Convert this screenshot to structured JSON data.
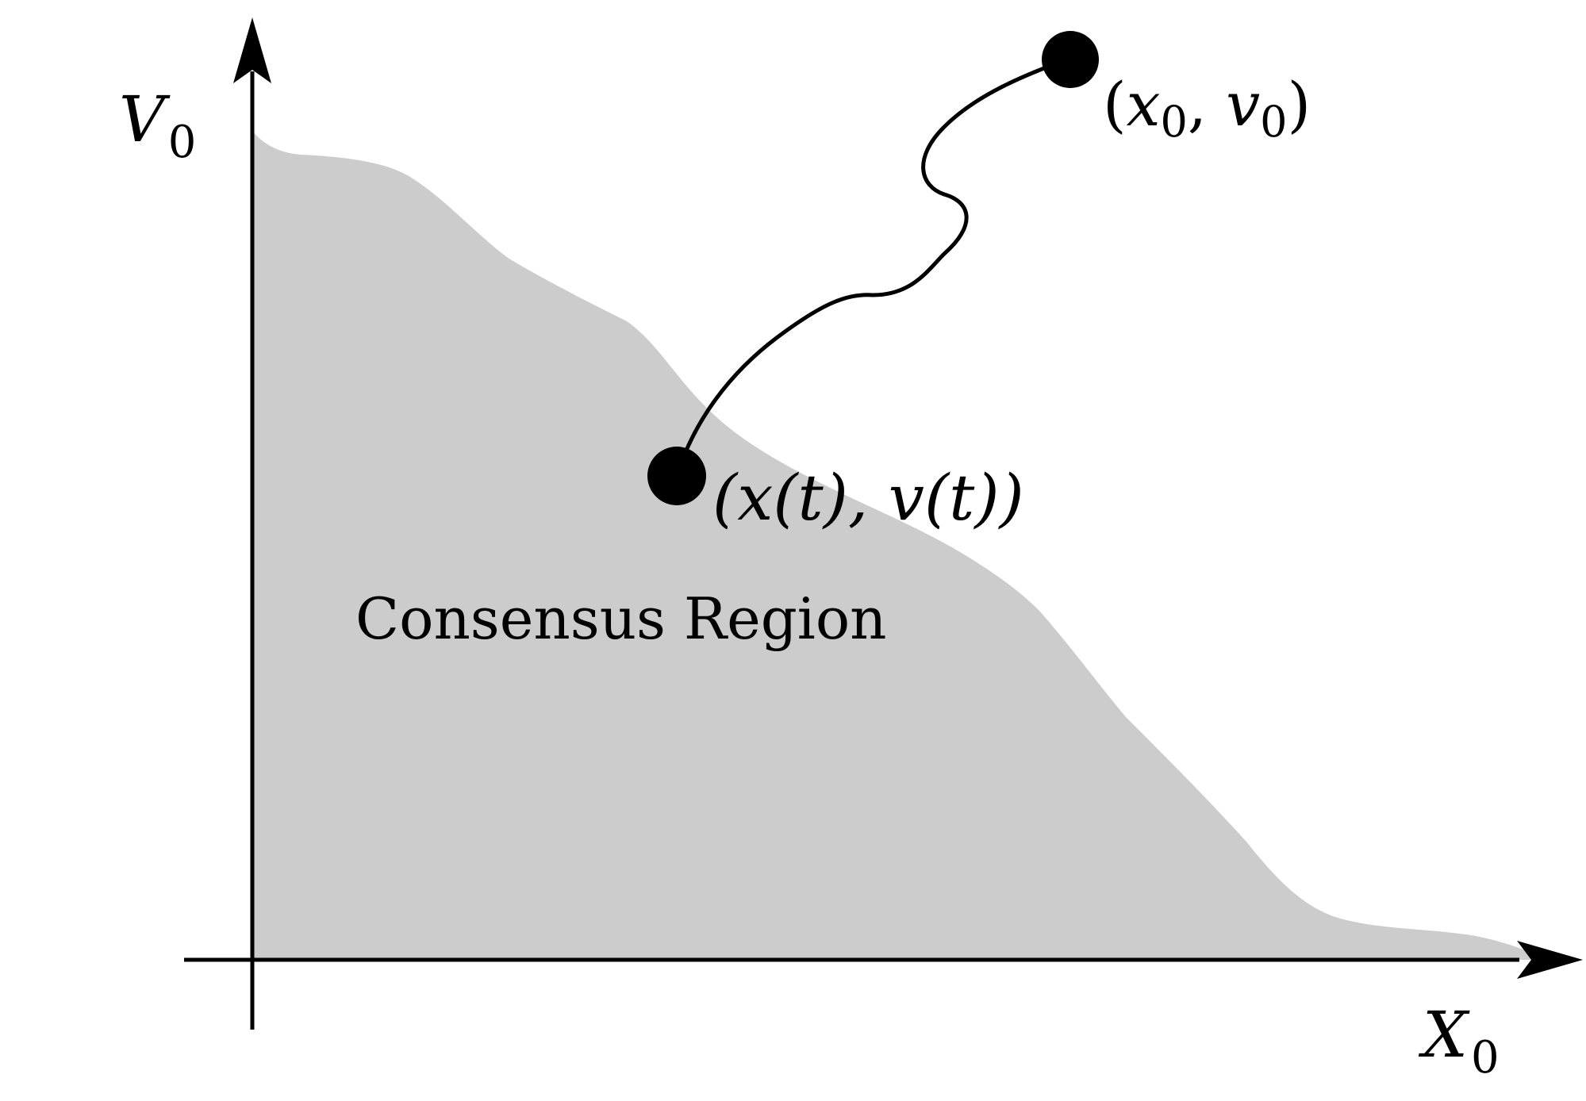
{
  "diagram": {
    "region_label": "Consensus Region",
    "region_color": "#cccccc",
    "ink_color": "#000000",
    "axes": {
      "y_label": {
        "main": "V",
        "sub": "0"
      },
      "x_label": {
        "main": "X",
        "sub": "0"
      }
    },
    "points": {
      "start": {
        "open": "(",
        "x": "x",
        "x_sub": "0",
        "comma": ", ",
        "v": "v",
        "v_sub": "0",
        "close": ")"
      },
      "current": {
        "text": "(x(t), v(t))"
      }
    }
  }
}
